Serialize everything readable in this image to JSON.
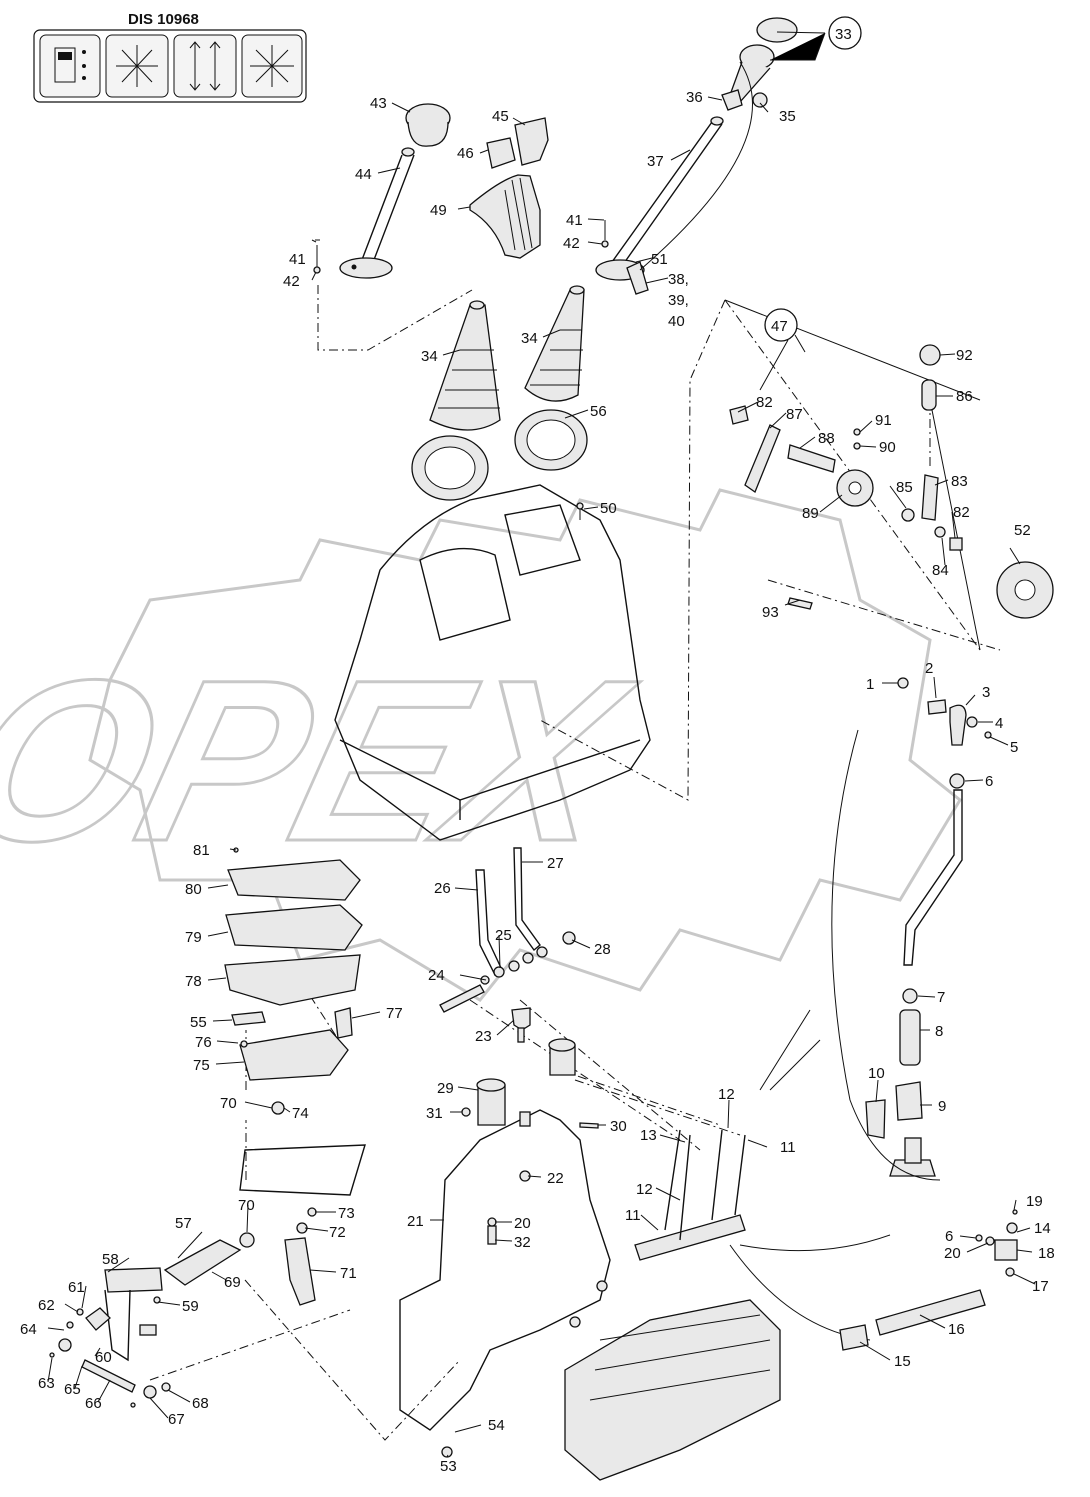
{
  "header": {
    "title": "DIS 10968",
    "icons": [
      "control-panel-icon",
      "joystick-cross-icon",
      "up-down-arrows-icon",
      "joystick-multi-icon"
    ]
  },
  "watermark": "OPEX",
  "callouts": [
    {
      "n": "33",
      "circled": true
    },
    {
      "n": "47",
      "circled": true
    },
    {
      "n": "1"
    },
    {
      "n": "2"
    },
    {
      "n": "3"
    },
    {
      "n": "4"
    },
    {
      "n": "5"
    },
    {
      "n": "6"
    },
    {
      "n": "7"
    },
    {
      "n": "8"
    },
    {
      "n": "9"
    },
    {
      "n": "10"
    },
    {
      "n": "11"
    },
    {
      "n": "11"
    },
    {
      "n": "12"
    },
    {
      "n": "12"
    },
    {
      "n": "13"
    },
    {
      "n": "14"
    },
    {
      "n": "15"
    },
    {
      "n": "16"
    },
    {
      "n": "17"
    },
    {
      "n": "18"
    },
    {
      "n": "19"
    },
    {
      "n": "20"
    },
    {
      "n": "20"
    },
    {
      "n": "21"
    },
    {
      "n": "22"
    },
    {
      "n": "23"
    },
    {
      "n": "24"
    },
    {
      "n": "25"
    },
    {
      "n": "26"
    },
    {
      "n": "27"
    },
    {
      "n": "28"
    },
    {
      "n": "29"
    },
    {
      "n": "30"
    },
    {
      "n": "31"
    },
    {
      "n": "32"
    },
    {
      "n": "34"
    },
    {
      "n": "34"
    },
    {
      "n": "35"
    },
    {
      "n": "36"
    },
    {
      "n": "37"
    },
    {
      "n": "38,"
    },
    {
      "n": "39,"
    },
    {
      "n": "40"
    },
    {
      "n": "41"
    },
    {
      "n": "41"
    },
    {
      "n": "42"
    },
    {
      "n": "42"
    },
    {
      "n": "43"
    },
    {
      "n": "44"
    },
    {
      "n": "45"
    },
    {
      "n": "46"
    },
    {
      "n": "49"
    },
    {
      "n": "50"
    },
    {
      "n": "51"
    },
    {
      "n": "52"
    },
    {
      "n": "53"
    },
    {
      "n": "54"
    },
    {
      "n": "55"
    },
    {
      "n": "56"
    },
    {
      "n": "57"
    },
    {
      "n": "58"
    },
    {
      "n": "59"
    },
    {
      "n": "60"
    },
    {
      "n": "61"
    },
    {
      "n": "62"
    },
    {
      "n": "63"
    },
    {
      "n": "64"
    },
    {
      "n": "65"
    },
    {
      "n": "66"
    },
    {
      "n": "67"
    },
    {
      "n": "68"
    },
    {
      "n": "69"
    },
    {
      "n": "70"
    },
    {
      "n": "70"
    },
    {
      "n": "71"
    },
    {
      "n": "72"
    },
    {
      "n": "73"
    },
    {
      "n": "74"
    },
    {
      "n": "75"
    },
    {
      "n": "76"
    },
    {
      "n": "77"
    },
    {
      "n": "78"
    },
    {
      "n": "79"
    },
    {
      "n": "80"
    },
    {
      "n": "81"
    },
    {
      "n": "82"
    },
    {
      "n": "82"
    },
    {
      "n": "83"
    },
    {
      "n": "84"
    },
    {
      "n": "85"
    },
    {
      "n": "86"
    },
    {
      "n": "87"
    },
    {
      "n": "88"
    },
    {
      "n": "89"
    },
    {
      "n": "90"
    },
    {
      "n": "91"
    },
    {
      "n": "92"
    },
    {
      "n": "93"
    },
    {
      "n": "6"
    }
  ]
}
